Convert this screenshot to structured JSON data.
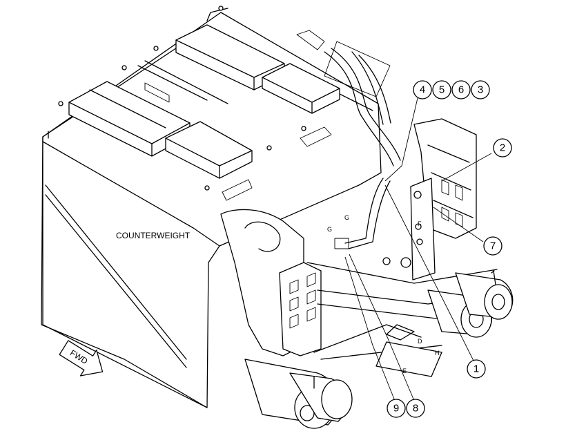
{
  "labels": {
    "counterweight": "COUNTERWEIGHT",
    "fwd": "FWD"
  },
  "callouts": [
    {
      "id": "c4",
      "text": "4"
    },
    {
      "id": "c5",
      "text": "5"
    },
    {
      "id": "c6",
      "text": "6"
    },
    {
      "id": "c3",
      "text": "3"
    },
    {
      "id": "c2",
      "text": "2"
    },
    {
      "id": "c7",
      "text": "7"
    },
    {
      "id": "c1",
      "text": "1"
    },
    {
      "id": "c9",
      "text": "9"
    },
    {
      "id": "c8",
      "text": "8"
    }
  ],
  "small_marks": {
    "g1": "G",
    "g2": "G",
    "d": "D",
    "h": "H",
    "e": "E",
    "f1": "F"
  }
}
